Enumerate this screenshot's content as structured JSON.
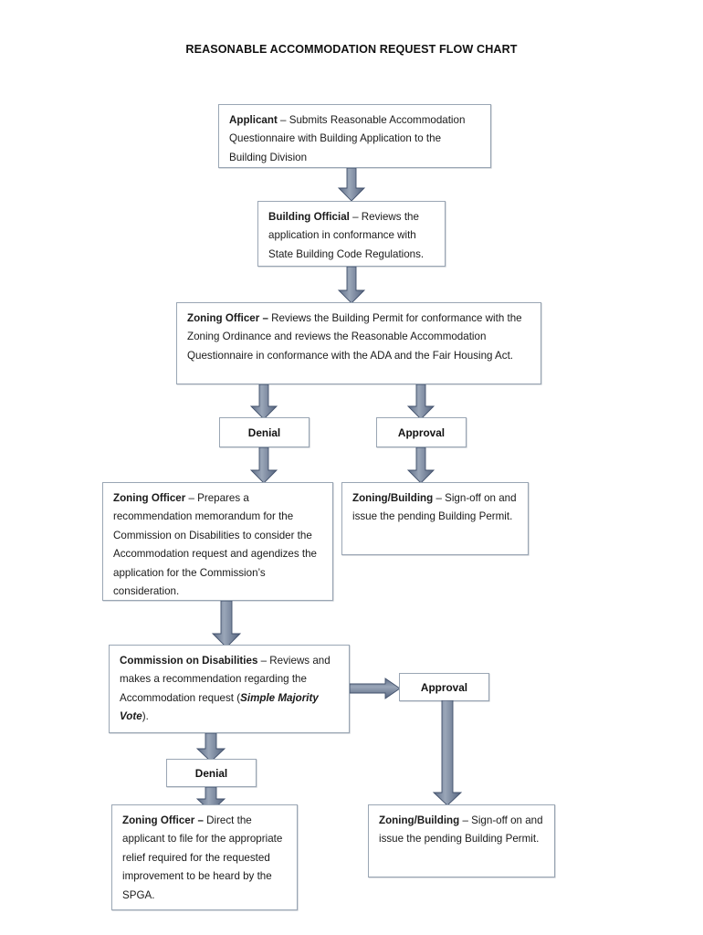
{
  "document": {
    "title": "REASONABLE ACCOMMODATION REQUEST FLOW CHART"
  },
  "colors": {
    "arrow_fill_light": "#8c99ad",
    "arrow_fill_dark": "#5a6a85",
    "arrow_stroke": "#41506b",
    "box_border": "#9aa6b4",
    "text": "#1a1a1a",
    "page_background": "#ffffff"
  },
  "chart_data": {
    "type": "diagram",
    "title": "REASONABLE ACCOMMODATION REQUEST FLOW CHART",
    "nodes": [
      {
        "id": "applicant",
        "kind": "process",
        "role": "Applicant",
        "dash": " – ",
        "body": "Submits Reasonable Accommodation Questionnaire with Building Application to the Building Division"
      },
      {
        "id": "building-official",
        "kind": "process",
        "role": "Building Official",
        "dash": " – ",
        "body": "Reviews the application in conformance with State Building Code Regulations."
      },
      {
        "id": "zoning-officer-review",
        "kind": "process",
        "role": "Zoning Officer –",
        "dash": " ",
        "body": "Reviews the Building Permit for conformance with the Zoning Ordinance and reviews the Reasonable Accommodation Questionnaire in conformance with the ADA and the Fair Housing Act."
      },
      {
        "id": "denial-1",
        "kind": "decision",
        "label": "Denial"
      },
      {
        "id": "approval-1",
        "kind": "decision",
        "label": "Approval"
      },
      {
        "id": "zoning-officer-memo",
        "kind": "process",
        "role": "Zoning Officer",
        "dash": " – ",
        "body": "Prepares a recommendation memorandum for the Commission on Disabilities to consider the Accommodation request and agendizes the application for the Commission’s consideration."
      },
      {
        "id": "zoning-building-1",
        "kind": "process",
        "role": "Zoning/Building",
        "dash": " – ",
        "body": "Sign-off on and issue the pending Building Permit."
      },
      {
        "id": "commission-on-disabilities",
        "kind": "process",
        "role": "Commission on Disabilities",
        "dash": " – ",
        "body_before": "Reviews and makes a recommendation regarding the Accommodation request (",
        "emphasis": "Simple Majority Vote",
        "body_after": ")."
      },
      {
        "id": "approval-2",
        "kind": "decision",
        "label": "Approval"
      },
      {
        "id": "denial-2",
        "kind": "decision",
        "label": "Denial"
      },
      {
        "id": "zoning-officer-spga",
        "kind": "process",
        "role": "Zoning Officer –",
        "dash": " ",
        "body": "Direct the applicant to file for the appropriate relief required for the requested improvement to be heard by the SPGA."
      },
      {
        "id": "zoning-building-2",
        "kind": "process",
        "role": "Zoning/Building",
        "dash": " – ",
        "body": "Sign-off on and issue the pending Building Permit."
      }
    ],
    "edges": [
      {
        "from": "applicant",
        "to": "building-official",
        "direction": "down"
      },
      {
        "from": "building-official",
        "to": "zoning-officer-review",
        "direction": "down"
      },
      {
        "from": "zoning-officer-review",
        "to": "denial-1",
        "direction": "down"
      },
      {
        "from": "zoning-officer-review",
        "to": "approval-1",
        "direction": "down"
      },
      {
        "from": "denial-1",
        "to": "zoning-officer-memo",
        "direction": "down"
      },
      {
        "from": "approval-1",
        "to": "zoning-building-1",
        "direction": "down"
      },
      {
        "from": "zoning-officer-memo",
        "to": "commission-on-disabilities",
        "direction": "down"
      },
      {
        "from": "commission-on-disabilities",
        "to": "approval-2",
        "direction": "right"
      },
      {
        "from": "commission-on-disabilities",
        "to": "denial-2",
        "direction": "down"
      },
      {
        "from": "denial-2",
        "to": "zoning-officer-spga",
        "direction": "down"
      },
      {
        "from": "approval-2",
        "to": "zoning-building-2",
        "direction": "down"
      }
    ]
  }
}
